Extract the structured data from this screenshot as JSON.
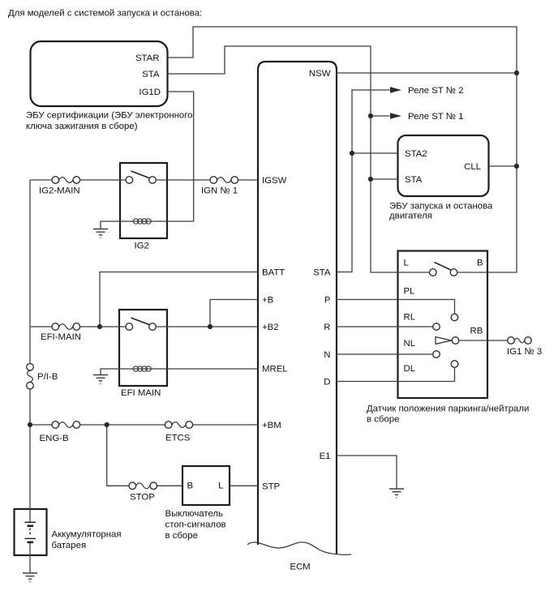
{
  "title": "Для моделей с системой запуска и останова:",
  "cert_ecu": {
    "pin_star": "STAR",
    "pin_sta": "STA",
    "pin_ig1d": "IG1D",
    "caption_line1": "ЭБУ сертификации (ЭБУ электронного",
    "caption_line2": "ключа зажигания в сборе)"
  },
  "ecm": {
    "label": "ECM",
    "pin_igsw": "IGSW",
    "pin_batt": "BATT",
    "pin_b": "+B",
    "pin_b2": "+B2",
    "pin_mrel": "MREL",
    "pin_bm": "+BM",
    "pin_stp": "STP",
    "pin_nsw": "NSW",
    "pin_sta": "STA",
    "pin_p": "P",
    "pin_r": "R",
    "pin_n": "N",
    "pin_d": "D",
    "pin_e1": "E1"
  },
  "fuses": {
    "ig2_main": "IG2-MAIN",
    "ign_1": "IGN № 1",
    "efi_main": "EFI-MAIN",
    "p_i_b": "P/I-B",
    "eng_b": "ENG-B",
    "etcs": "ETCS",
    "stop": "STOP",
    "ig1_3": "IG1 № 3"
  },
  "relays": {
    "ig2": "IG2",
    "efi_main": "EFI MAIN"
  },
  "st_relay_2": "Реле ST № 2",
  "st_relay_1": "Реле ST № 1",
  "start_stop_ecu": {
    "pin_sta2": "STA2",
    "pin_sta": "STA",
    "pin_cll": "CLL",
    "caption_line1": "ЭБУ запуска и останова",
    "caption_line2": "двигателя"
  },
  "pn_sensor": {
    "pin_l": "L",
    "pin_b": "B",
    "pin_pl": "PL",
    "pin_rl": "RL",
    "pin_rb": "RB",
    "pin_nl": "NL",
    "pin_dl": "DL",
    "caption_line1": "Датчик положения паркинга/нейтрали",
    "caption_line2": "в сборе"
  },
  "stop_lamp_switch": {
    "pin_b": "B",
    "pin_l": "L",
    "caption_line1": "Выключатель",
    "caption_line2": "стоп-сигналов",
    "caption_line3": "в сборе"
  },
  "battery": {
    "caption_line1": "Аккумуляторная",
    "caption_line2": "батарея"
  },
  "colors": {
    "wire": "#3f3f3f",
    "box_border": "#1d1d1d",
    "text": "#111111",
    "background": "#ffffff"
  }
}
